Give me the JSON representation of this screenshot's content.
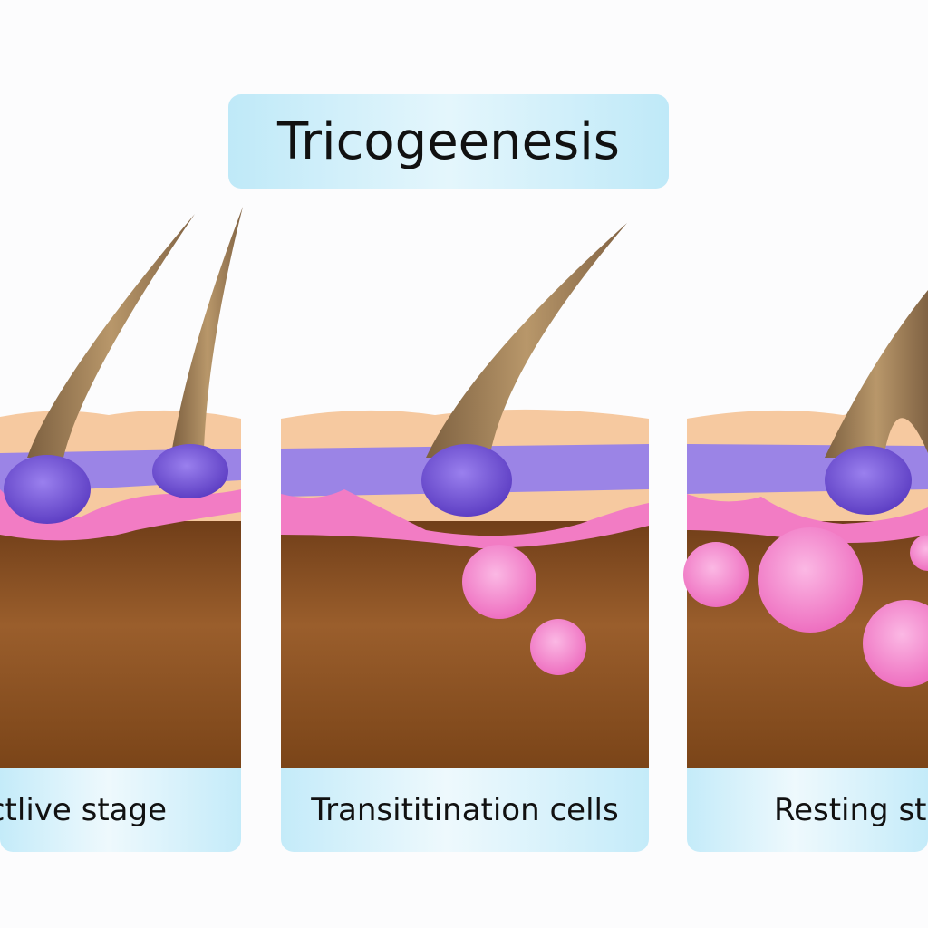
{
  "title": "Tricogeenesis",
  "panels": [
    {
      "label": "actlive stage"
    },
    {
      "label": "Transititination cells"
    },
    {
      "label": "Resting sta"
    }
  ],
  "colors": {
    "title_box": "#bfe9f8",
    "label_box": "#c4ebf9",
    "skin_surface": "#f6c9a0",
    "basal_layer": "#8f6fe0",
    "pink_layer": "#f27cc4",
    "dermis": "#8a5224",
    "hair": "#9b7a52",
    "bulb": "#7c5ad9",
    "cells": "#f58fd0"
  }
}
